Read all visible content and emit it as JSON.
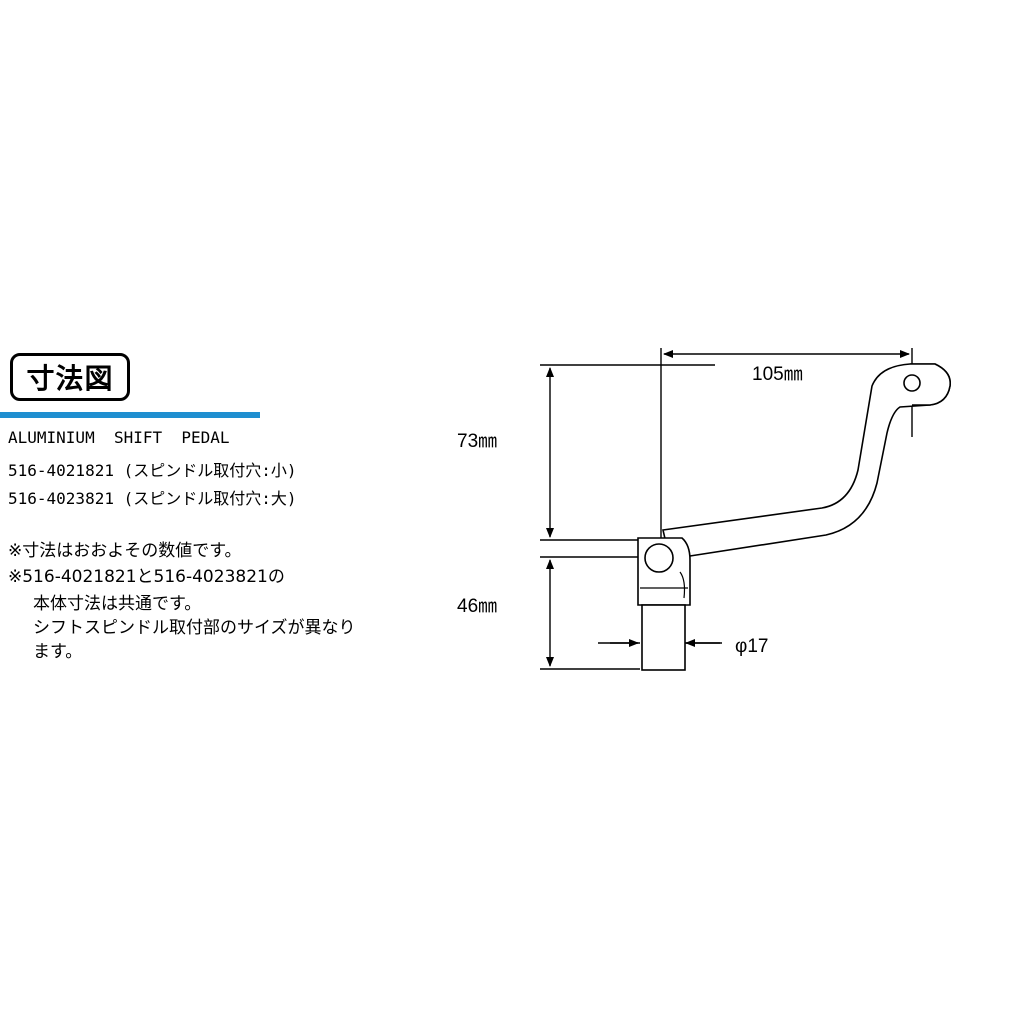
{
  "header": {
    "badge_label": "寸法図"
  },
  "specs": {
    "product": "ALUMINIUM  SHIFT  PEDAL",
    "variant_small": "516-4021821 (スピンドル取付穴:小)",
    "variant_large": "516-4023821 (スピンドル取付穴:大)"
  },
  "notes": {
    "line1": "※寸法はおおよその数値です。",
    "line2": "※516-4021821と516-4023821の",
    "line3": "本体寸法は共通です。",
    "line4": "シフトスピンドル取付部のサイズが異なり",
    "line5": "ます。"
  },
  "dimensions": {
    "length": "105㎜",
    "upper_height": "73㎜",
    "lower_height": "46㎜",
    "spindle_dia": "φ17"
  },
  "colors": {
    "accent": "#1f8fd0",
    "line": "#000000"
  }
}
